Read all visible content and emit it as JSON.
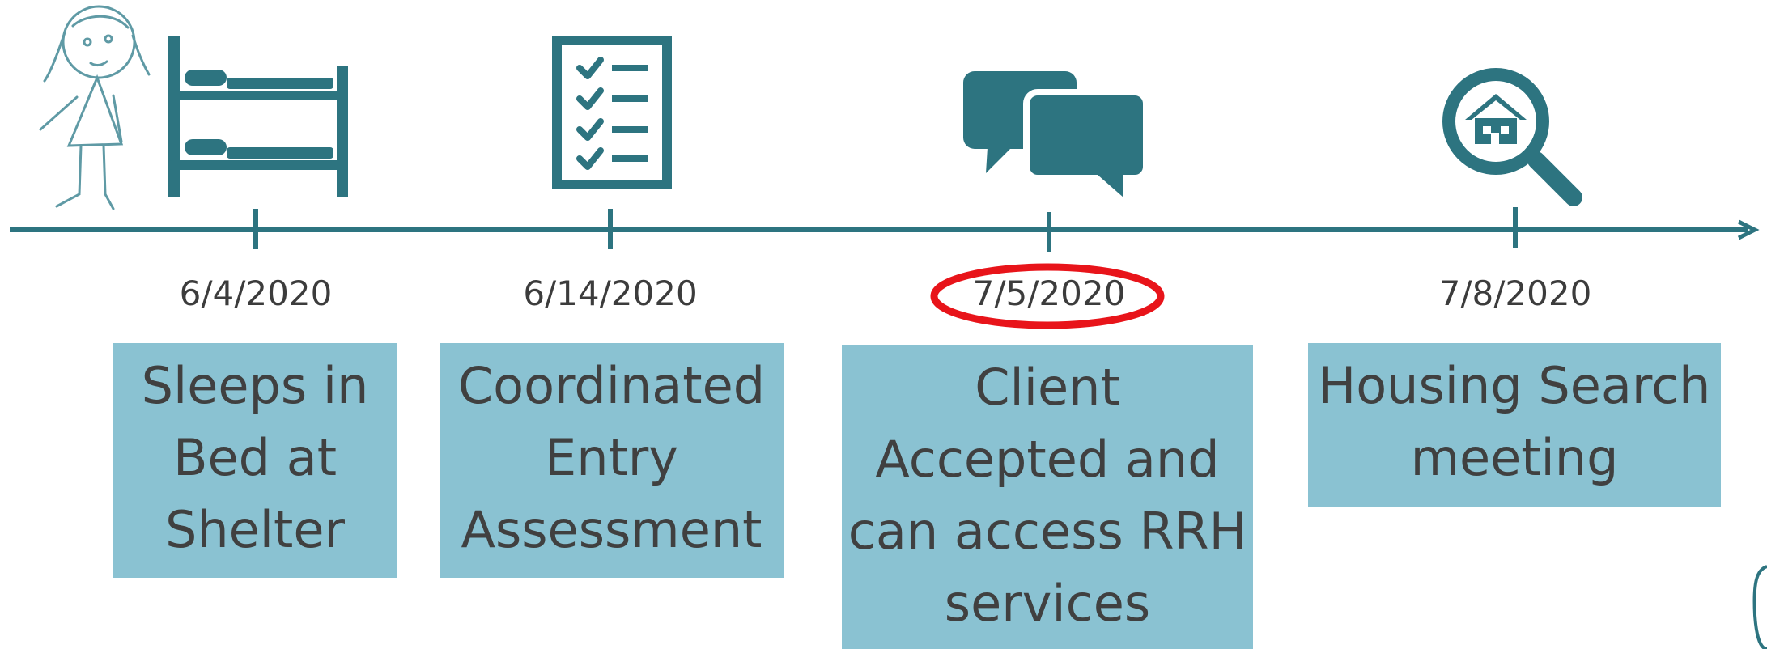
{
  "colors": {
    "teal": "#2d7480",
    "box_fill": "#8ac2d2",
    "highlight": "#e8141a",
    "text": "#404040"
  },
  "icons": [
    "stick-figure-girl-icon",
    "bunk-bed-icon",
    "checklist-icon",
    "chat-bubbles-icon",
    "house-search-icon"
  ],
  "timeline": {
    "events": [
      {
        "date": "6/4/2020",
        "label": "Sleeps in\nBed at\nShelter",
        "icon": "bunk-bed-icon"
      },
      {
        "date": "6/14/2020",
        "label": "Coordinated\nEntry\nAssessment",
        "icon": "checklist-icon"
      },
      {
        "date": "7/5/2020",
        "label": "Client\nAccepted and\ncan access RRH\nservices",
        "icon": "chat-bubbles-icon",
        "highlighted": true
      },
      {
        "date": "7/8/2020",
        "label": "Housing Search\nmeeting",
        "icon": "house-search-icon"
      }
    ]
  }
}
